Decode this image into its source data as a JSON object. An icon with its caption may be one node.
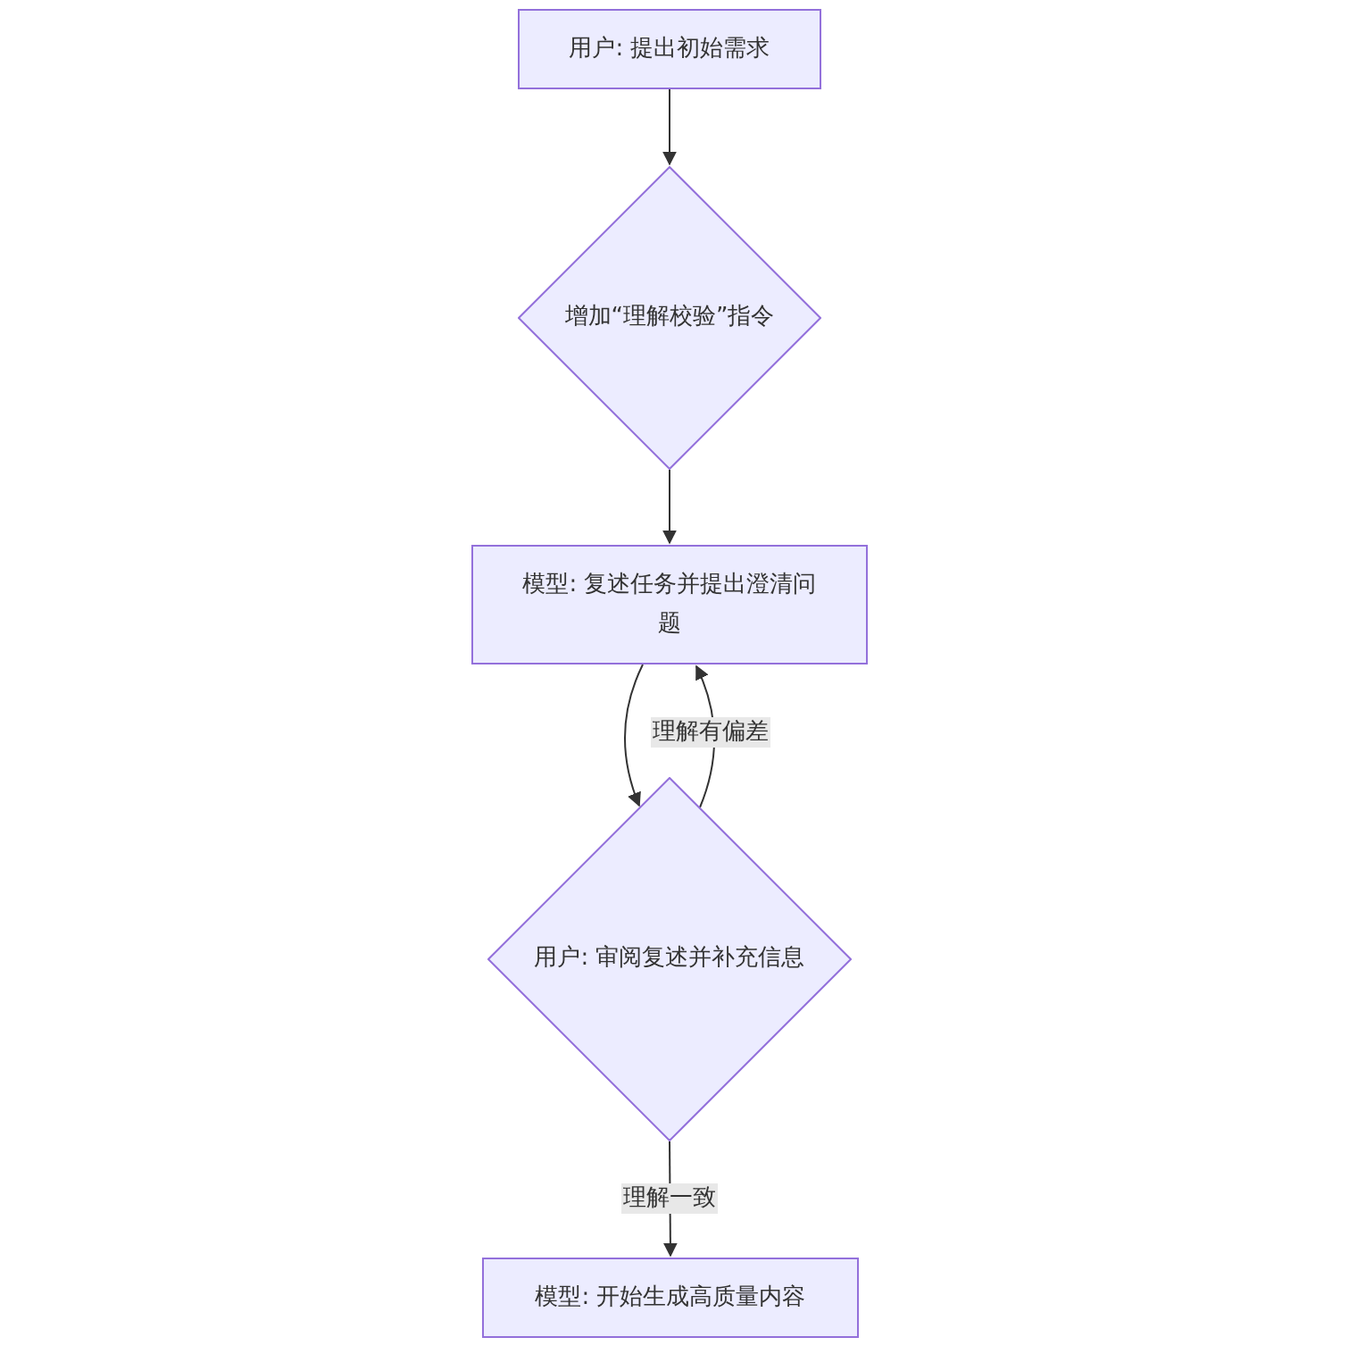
{
  "diagram": {
    "nodes": [
      {
        "text": [
          "用户: 提出初始需求"
        ]
      },
      {
        "text": [
          "增加“理解校验”指令"
        ]
      },
      {
        "text": [
          "模型: 复述任务并提出澄清问题"
        ]
      },
      {
        "text": [
          "用户: 审阅复述并补充信息"
        ]
      },
      {
        "text": [
          "模型: 开始生成高质量内容"
        ]
      }
    ],
    "edges": [
      {
        "from": 0,
        "to": 1,
        "arrow": "to"
      },
      {
        "from": 1,
        "to": 2,
        "arrow": "to"
      },
      {
        "from": 2,
        "to": 3,
        "arrow": "to"
      },
      {
        "from": 3,
        "to": 2,
        "arrow": "to",
        "label": "理解有偏差"
      },
      {
        "from": 3,
        "to": 4,
        "arrow": "to",
        "label": "理解一致"
      }
    ]
  }
}
